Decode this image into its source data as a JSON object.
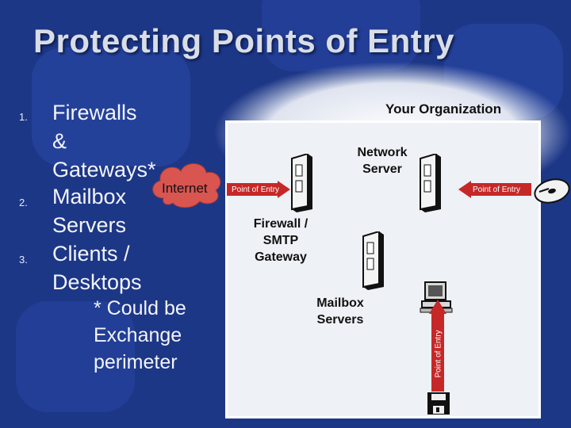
{
  "slide": {
    "title": "Protecting Points of Entry"
  },
  "list": {
    "items": [
      {
        "num": "1.",
        "lines": [
          "Firewalls",
          "&",
          "Gateways*"
        ]
      },
      {
        "num": "2.",
        "lines": [
          "Mailbox",
          "Servers"
        ]
      },
      {
        "num": "3.",
        "lines": [
          "Clients /",
          "Desktops"
        ]
      }
    ],
    "note_lines": [
      "* Could be",
      "Exchange",
      "perimeter"
    ]
  },
  "diagram": {
    "internet_label": "Internet",
    "org_label": "Your Organization",
    "network_server_lines": [
      "Network",
      "Server"
    ],
    "firewall_lines": [
      "Firewall /",
      "SMTP",
      "Gateway"
    ],
    "mailbox_lines": [
      "Mailbox",
      "Servers"
    ],
    "entry_left": "Point of Entry",
    "entry_right": "Point of Entry",
    "entry_bottom": "Point of Entry"
  },
  "colors": {
    "background": "#1f3a8a",
    "highlight": "#eef1f6",
    "arrow_red": "#c62828",
    "cloud": "#d9534f"
  }
}
